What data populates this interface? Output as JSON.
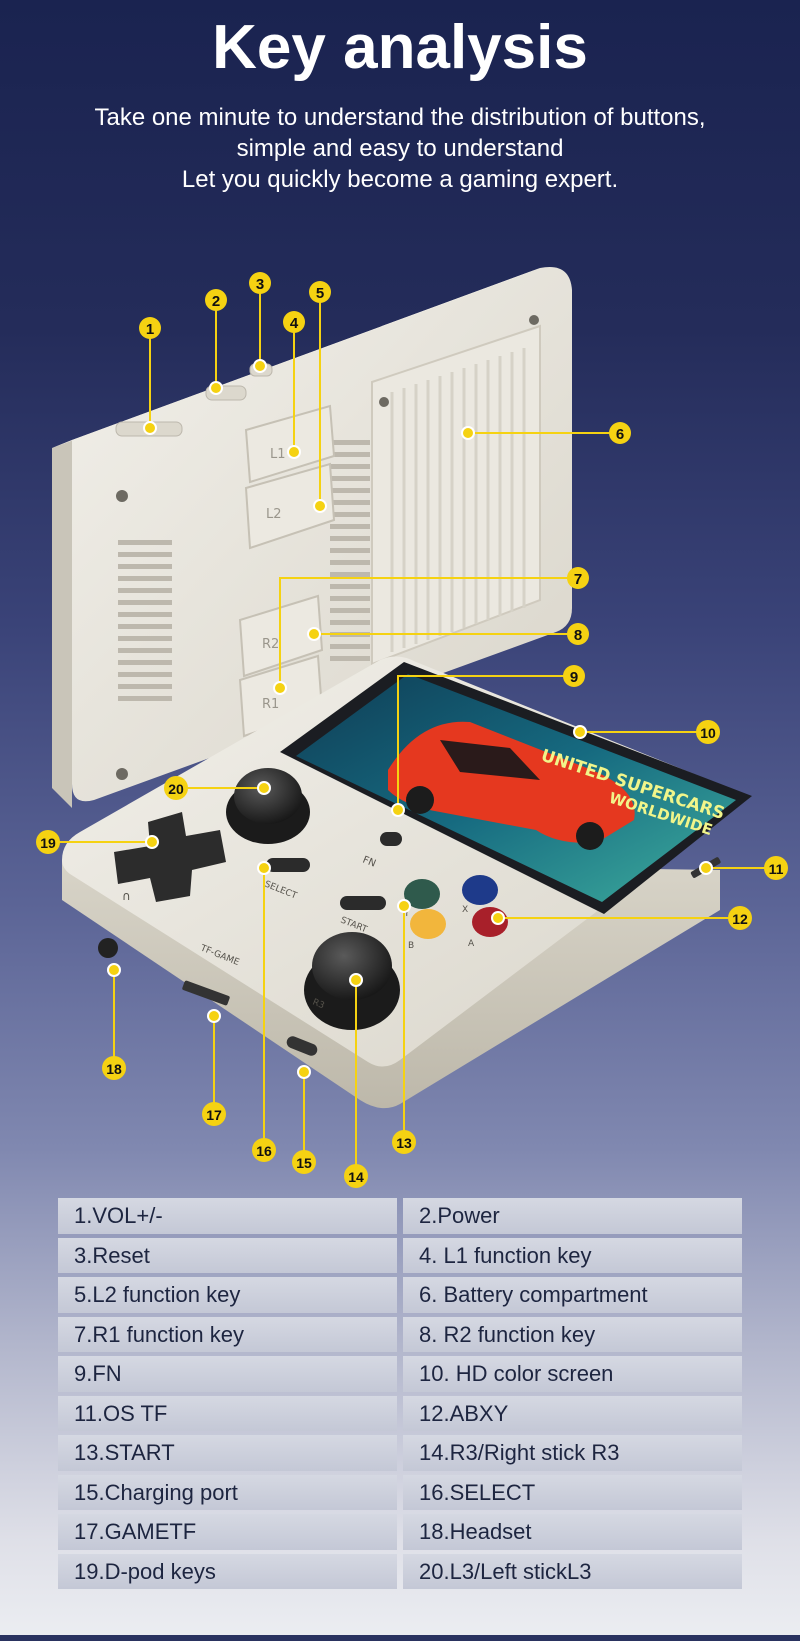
{
  "header": {
    "title": "Key analysis",
    "subtitle_lines": [
      "Take one minute to understand the distribution of buttons,",
      "simple and easy to understand",
      "Let you quickly become a gaming expert."
    ]
  },
  "callouts": [
    "1",
    "2",
    "3",
    "4",
    "5",
    "6",
    "7",
    "8",
    "9",
    "10",
    "11",
    "12",
    "13",
    "14",
    "15",
    "16",
    "17",
    "18",
    "19",
    "20"
  ],
  "device": {
    "screen_text_line1": "UNITED SUPERCARS",
    "screen_text_line2": "WORLDWIDE",
    "back_labels": [
      "L1",
      "L2",
      "R2",
      "R1"
    ],
    "front_labels": {
      "fn": "FN",
      "select": "SELECT",
      "start": "START",
      "tf_game": "TF-GAME",
      "r3": "R3",
      "headset": "∩",
      "y": "Y",
      "x": "X",
      "b": "B",
      "a": "A"
    }
  },
  "colors": {
    "callout_fill": "#f5d212",
    "callout_line": "#f5d212",
    "button_y": "#2f5a4c",
    "button_x": "#1e3a8a",
    "button_b": "#f2b63c",
    "button_a": "#a8202a",
    "shell": "#e8e5dc"
  },
  "spec_table": [
    [
      "1.VOL+/-",
      "2.Power"
    ],
    [
      "3.Reset",
      "4. L1 function key"
    ],
    [
      "5.L2 function key",
      "6. Battery compartment"
    ],
    [
      "7.R1 function key",
      "8. R2 function key"
    ],
    [
      "9.FN",
      "10. HD color screen"
    ],
    [
      "11.OS TF",
      "12.ABXY"
    ],
    [
      "13.START",
      "14.R3/Right stick R3"
    ],
    [
      "15.Charging port",
      "16.SELECT"
    ],
    [
      "17.GAMETF",
      "18.Headset"
    ],
    [
      "19.D-pod keys",
      "20.L3/Left stickL3"
    ]
  ]
}
